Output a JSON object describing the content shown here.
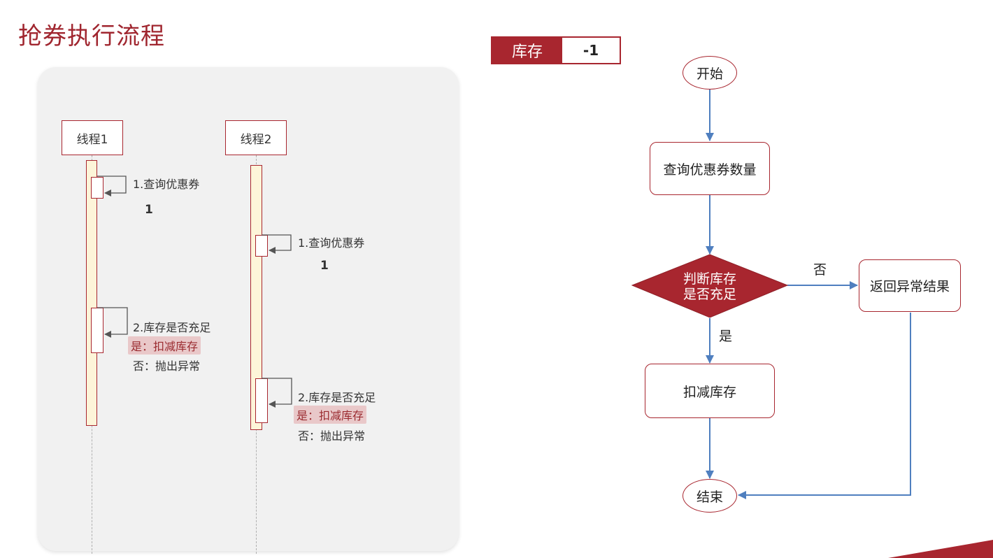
{
  "title": "抢券执行流程",
  "colors": {
    "accent": "#a8262f",
    "arrow": "#4f7fbf",
    "lifeline_bar": "#fdf5d9",
    "highlight": "#e9c8c9"
  },
  "sequence": {
    "threads": [
      {
        "name": "线程1",
        "step1": "1.查询优惠券",
        "step1_result": "1",
        "step2_title": "2.库存是否充足",
        "step2_yes": "是：扣减库存",
        "step2_no": "否：抛出异常"
      },
      {
        "name": "线程2",
        "step1": "1.查询优惠券",
        "step1_result": "1",
        "step2_title": "2.库存是否充足",
        "step2_yes": "是：扣减库存",
        "step2_no": "否：抛出异常"
      }
    ]
  },
  "stock": {
    "label": "库存",
    "value": "-1"
  },
  "flowchart": {
    "start": "开始",
    "query": "查询优惠券数量",
    "decision_line1": "判断库存",
    "decision_line2": "是否充足",
    "yes_label": "是",
    "no_label": "否",
    "deduct": "扣减库存",
    "error": "返回异常结果",
    "end": "结束"
  }
}
